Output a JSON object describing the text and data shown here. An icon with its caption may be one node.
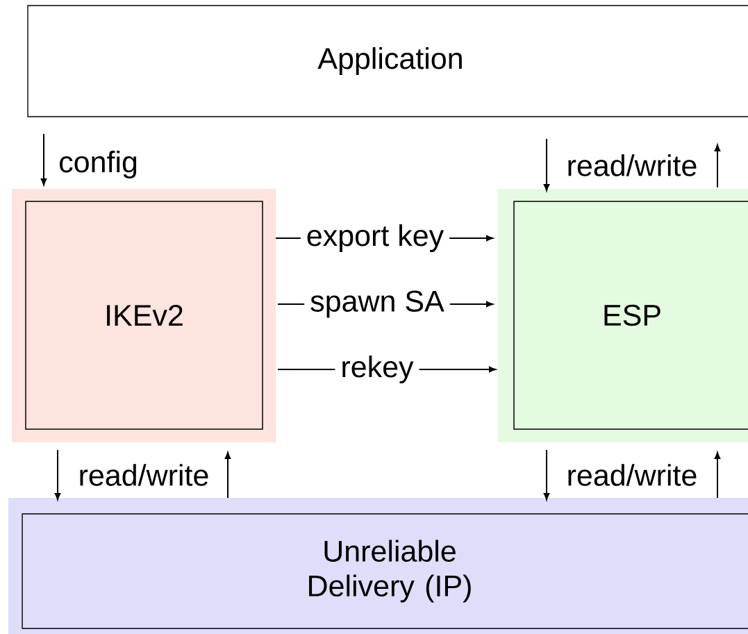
{
  "diagram": {
    "nodes": [
      {
        "text": [
          "Application"
        ]
      },
      {
        "text": [],
        "shape": "box"
      },
      {
        "text": [
          "IKEv2"
        ],
        "in": 1
      },
      {
        "text": [],
        "shape": "box"
      },
      {
        "text": [
          "ESP"
        ],
        "in": 3
      },
      {
        "text": [],
        "shape": "box"
      },
      {
        "text": [
          "Unreliable Delivery (IP)"
        ],
        "in": 5
      }
    ],
    "edges": [
      {
        "from": 0,
        "to": 1,
        "arrow": "to",
        "label": "config"
      },
      {
        "from": 0,
        "to": 3,
        "arrow": "to",
        "label": "read/write"
      },
      {
        "from": 3,
        "to": 0,
        "arrow": "to"
      },
      {
        "from": 1,
        "to": 3,
        "arrow": "to",
        "label": "export key"
      },
      {
        "from": 1,
        "to": 3,
        "arrow": "to",
        "label": "spawn SA"
      },
      {
        "from": 1,
        "to": 3,
        "arrow": "to",
        "label": "rekey"
      },
      {
        "from": 1,
        "to": 5,
        "arrow": "to",
        "label": "read/write"
      },
      {
        "from": 5,
        "to": 1,
        "arrow": "to"
      },
      {
        "from": 3,
        "to": 5,
        "arrow": "to",
        "label": "read/write"
      },
      {
        "from": 5,
        "to": 3,
        "arrow": "to"
      }
    ]
  }
}
